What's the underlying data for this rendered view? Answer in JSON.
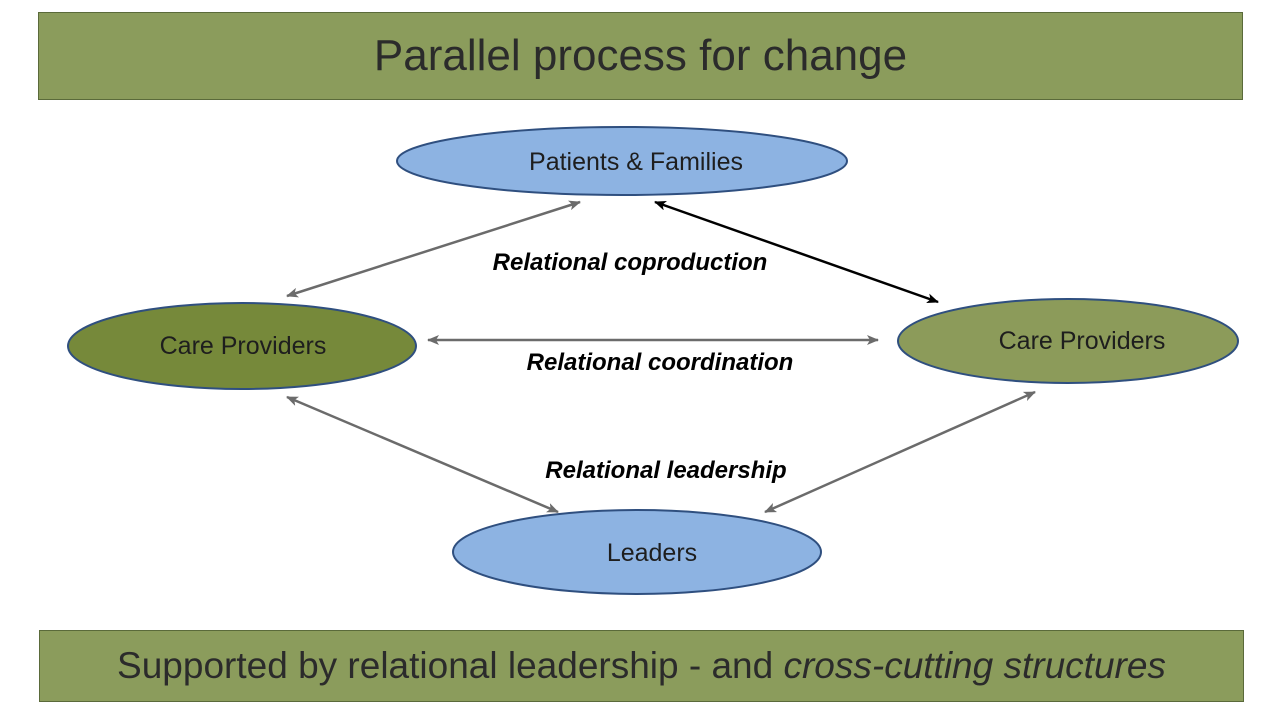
{
  "title": "Parallel process for change",
  "footer": {
    "text_plain": "Supported by relational leadership - and ",
    "text_italic": "cross-cutting structures"
  },
  "nodes": {
    "patients_families": "Patients & Families",
    "care_providers_left": "Care Providers",
    "care_providers_right": "Care Providers",
    "leaders": "Leaders"
  },
  "edge_labels": {
    "coproduction": "Relational coproduction",
    "coordination": "Relational coordination",
    "leadership": "Relational leadership"
  },
  "colors": {
    "banner_green": "#8b9c5c",
    "blue_node": "#8db3e2",
    "dark_green_node": "#76893a",
    "olive_node": "#8c9b5a",
    "node_border": "#2f4f7f",
    "arrow_gray": "#6b6b6b",
    "arrow_black": "#000000"
  }
}
